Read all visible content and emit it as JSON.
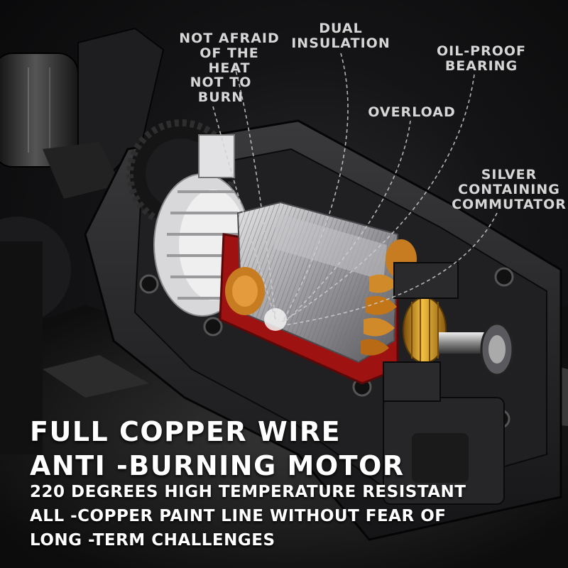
{
  "callouts": {
    "not_afraid_of_heat": [
      "NOT AFRAID",
      "OF THE HEAT"
    ],
    "not_to_burn": [
      "NOT TO",
      "BURN"
    ],
    "dual_insulation": [
      "DUAL",
      "INSULATION"
    ],
    "oil_proof_bearing": [
      "OIL-PROOF",
      "BEARING"
    ],
    "overload": [
      "OVERLOAD"
    ],
    "silver_commutator": [
      "SILVER",
      "CONTAINING",
      "COMMUTATOR"
    ]
  },
  "headline": {
    "line1": "FULL COPPER WIRE",
    "line2": "ANTI -BURNING MOTOR"
  },
  "subtext": {
    "line1": "220 DEGREES HIGH TEMPERATURE RESISTANT",
    "line2": "ALL -COPPER PAINT LINE WITHOUT FEAR OF",
    "line3": "LONG -TERM CHALLENGES"
  },
  "colors": {
    "copper": "#d08a2a",
    "commutator_gold": "#e0a020",
    "housing_red": "#c01818",
    "housing_dark": "#1c1c1e",
    "stator_silver": "#b8b8bc"
  }
}
